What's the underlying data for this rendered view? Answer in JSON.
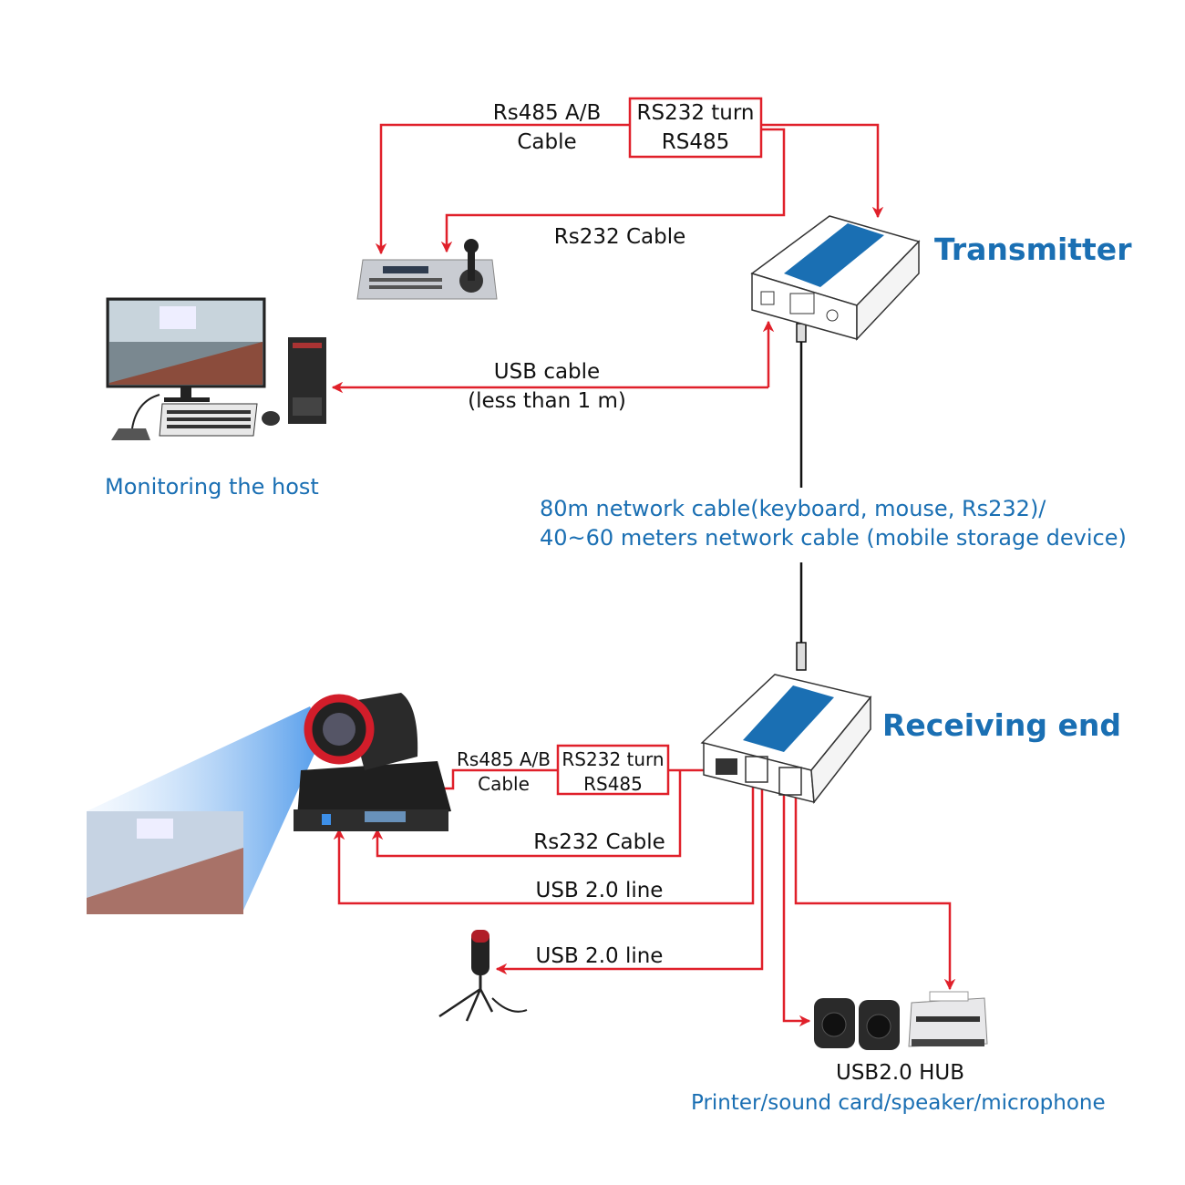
{
  "colors": {
    "line": "#e0202a",
    "accent": "#1a6fb3",
    "network_cable": "#111111"
  },
  "top": {
    "rs485_cable": [
      "Rs485 A/B",
      "Cable"
    ],
    "converter_box": [
      "RS232 turn",
      "RS485"
    ],
    "rs232_cable": "Rs232 Cable",
    "usb_cable": [
      "USB cable",
      "(less than 1 m)"
    ],
    "transmitter": "Transmitter",
    "host": "Monitoring the host"
  },
  "network": [
    "80m network cable(keyboard, mouse, Rs232)/",
    "40~60 meters network cable (mobile storage device)"
  ],
  "bottom": {
    "receiving_end": "Receiving end",
    "rs485_cable": [
      "Rs485 A/B",
      "Cable"
    ],
    "converter_box": [
      "RS232 turn",
      "RS485"
    ],
    "rs232_cable": "Rs232 Cable",
    "usb_line_camera": "USB 2.0 line",
    "usb_line_mic": "USB 2.0 line",
    "hub_title": "USB2.0 HUB",
    "hub_devices": "Printer/sound card/speaker/microphone"
  },
  "icons": [
    "ptz-keyboard-controller",
    "transmitter-box",
    "desktop-computer",
    "receiver-box",
    "ptz-camera",
    "conference-room-photo",
    "microphone",
    "speakers",
    "printer"
  ]
}
